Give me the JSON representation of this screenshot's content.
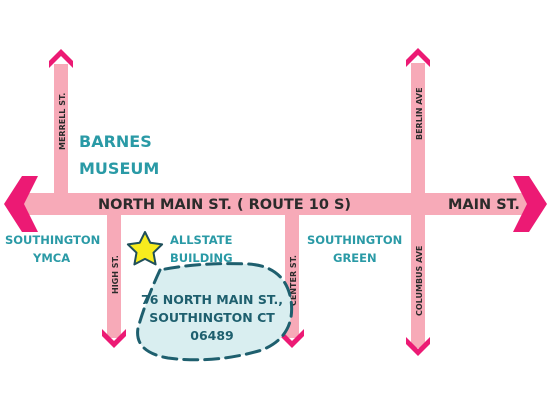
{
  "colors": {
    "road": "#f7aab8",
    "arrow": "#ec1a74",
    "place_text": "#2a9aa6",
    "address_text": "#1e5f6e",
    "star": "#f7ec1e"
  },
  "roads": {
    "north_main": "NORTH MAIN ST. ( ROUTE 10 S)",
    "main": "MAIN ST.",
    "merrell": "MERRELL ST.",
    "berlin": "BERLIN AVE",
    "high": "HIGH ST.",
    "center": "CENTER ST.",
    "columbus": "COLUMBUS AVE"
  },
  "places": {
    "barnes_line1": "BARNES",
    "barnes_line2": "MUSEUM",
    "ymca_line1": "SOUTHINGTON",
    "ymca_line2": "YMCA",
    "allstate_line1": "ALLSTATE",
    "allstate_line2": "BUILDING",
    "green_line1": "SOUTHINGTON",
    "green_line2": "GREEN"
  },
  "address": {
    "line1": "76 NORTH MAIN ST.,",
    "line2": "SOUTHINGTON CT",
    "line3": "06489"
  },
  "icons": {
    "location_marker": "star-icon"
  }
}
